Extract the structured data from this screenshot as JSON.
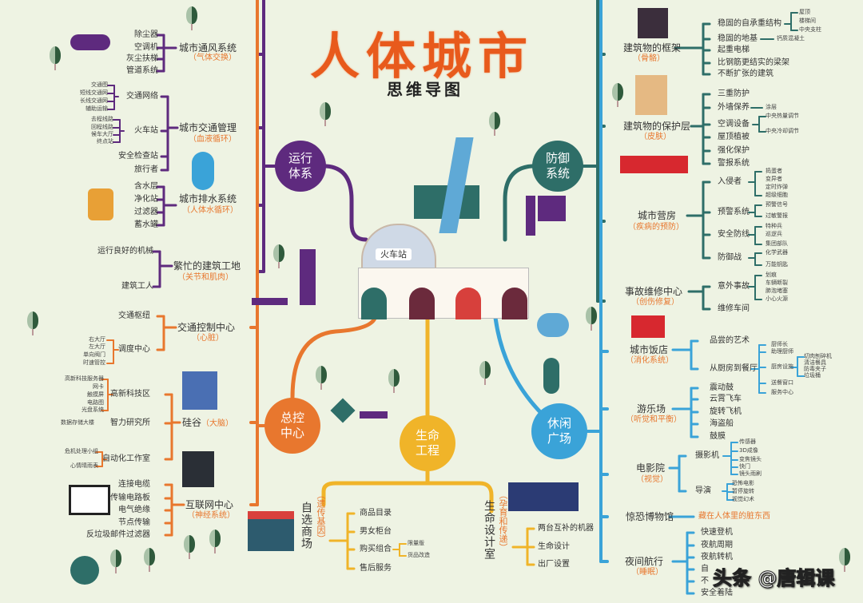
{
  "title": "人体城市",
  "subtitle": "思维导图",
  "colors": {
    "background": "#eef3e3",
    "title": "#e85a1c",
    "operation": "#5e2a7e",
    "control": "#e8772e",
    "life": "#f0b429",
    "defense": "#2e6e68",
    "leisure": "#3aa3d8",
    "paren": "#e8772e"
  },
  "center": {
    "station_label": "火车站"
  },
  "hubs": {
    "operation": "运行体系",
    "defense": "防御系统",
    "control": "总控中心",
    "life": "生命工程",
    "leisure": "休闲广场"
  },
  "operation": {
    "ventilation": {
      "name": "城市通风系统",
      "sub": "（气体交换）",
      "leaves": [
        "除尘器",
        "空调机",
        "灰尘扶梯",
        "管道系统"
      ]
    },
    "traffic": {
      "name": "城市交通管理",
      "sub": "（血液循环）",
      "leaves": [
        "交通网络",
        "火车站",
        "安全检查站",
        "旅行者"
      ],
      "network": [
        "交通图",
        "短线交通网",
        "长线交通网",
        "辅助运输"
      ],
      "station": [
        "去程线路",
        "回程线路",
        "候车大厅",
        "终点站"
      ]
    },
    "drainage": {
      "name": "城市排水系统",
      "sub": "（人体水循环）",
      "leaves": [
        "含水层",
        "净化站",
        "过滤器",
        "蓄水罐"
      ]
    },
    "construction": {
      "name": "繁忙的建筑工地",
      "sub": "（关节和肌肉）",
      "leaves": [
        "运行良好的机械",
        "建筑工人"
      ]
    }
  },
  "control": {
    "traffic_center": {
      "name": "交通控制中心",
      "sub": "（心脏）",
      "leaves": [
        "交通枢纽",
        "调度中心"
      ],
      "dispatch": [
        "右大厅",
        "左大厅",
        "单向阀门",
        "时速管控"
      ]
    },
    "silicon": {
      "name": "硅谷",
      "sub": "（大脑）",
      "leaves": [
        "高新科技区",
        "智力研究所",
        "自动化工作室"
      ],
      "hitech": [
        "高新科技服务器",
        "网卡",
        "触摸屏",
        "电路图",
        "光盘系统"
      ],
      "research": [
        "数据存储大楼"
      ],
      "studio": [
        "危机处理小组",
        "心情晴雨表"
      ]
    },
    "internet": {
      "name": "互联网中心",
      "sub": "（神经系统）",
      "leaves": [
        "连接电缆",
        "传输电路板",
        "电气绝缘",
        "节点传输",
        "反垃圾邮件过滤器"
      ]
    }
  },
  "defense": {
    "frame": {
      "name": "建筑物的框架",
      "sub": "（骨骼）",
      "leaves": [
        "稳固的自承重结构",
        "稳固的地基",
        "起重电梯",
        "比钢筋更结实的梁架",
        "不断扩张的建筑"
      ],
      "structure": [
        "屋顶",
        "楼梯间",
        "中央支柱"
      ],
      "foundation": [
        "钙质混凝土"
      ]
    },
    "shell": {
      "name": "建筑物的保护层",
      "sub": "（皮肤）",
      "leaves": [
        "三重防护",
        "外墙保养",
        "空调设备",
        "屋顶植被",
        "强化保护",
        "警报系统"
      ],
      "wall": [
        "涂层"
      ],
      "ac": [
        "中央热量调节",
        "中央冷却调节"
      ]
    },
    "barracks": {
      "name": "城市营房",
      "sub": "（疾病的预防）",
      "leaves": [
        "入侵者",
        "预警系统",
        "安全防线",
        "防御战"
      ],
      "invaders": [
        "捣蛋者",
        "变异者",
        "定时炸弹",
        "超级细胞"
      ],
      "warning": [
        "预警信号",
        "过敏警报"
      ],
      "lines": [
        "特种兵",
        "巡逻兵",
        "集团部队"
      ],
      "war": [
        "化学武器",
        "万能钥匙"
      ]
    },
    "repair": {
      "name": "事故维修中心",
      "sub": "（创伤修复）",
      "leaves": [
        "意外事故",
        "维修车间"
      ],
      "accidents": [
        "划痕",
        "车辆断裂",
        "肺泡堵塞",
        "小心火源"
      ]
    }
  },
  "leisure": {
    "restaurant": {
      "name": "城市饭店",
      "sub": "（消化系统）",
      "leaves": [
        "品尝的艺术",
        "从厨房到餐厅"
      ],
      "kitchen": [
        "厨师长",
        "助理厨师",
        "厨房设施",
        "送餐窗口",
        "服务中心"
      ],
      "facilities": [
        "切肉刨碎机",
        "清洁餐具",
        "防毒夹子",
        "垃圾桶"
      ]
    },
    "park": {
      "name": "游乐场",
      "sub": "（听觉和平衡）",
      "leaves": [
        "震动鼓",
        "云霄飞车",
        "旋转飞机",
        "海盗船",
        "鼓膜"
      ]
    },
    "cinema": {
      "name": "电影院",
      "sub": "（视觉）",
      "leaves": [
        "摄影机",
        "导演"
      ],
      "camera": [
        "传感器",
        "3D成像",
        "变焦镜头",
        "快门",
        "镜头雨刷"
      ],
      "director": [
        "恐怖电影",
        "暂停旋转",
        "视觉幻术"
      ]
    },
    "museum": {
      "name": "惊恐博物馆",
      "leaf": "藏在人体里的脏东西"
    },
    "flight": {
      "name": "夜间航行",
      "sub": "（睡眠）",
      "leaves": [
        "快速登机",
        "夜航周期",
        "夜航转机",
        "自",
        "不",
        "安全着陆"
      ]
    }
  },
  "life": {
    "mall": {
      "name": "自选商场",
      "sub": "（遗传基因）",
      "leaves": [
        "商品目录",
        "男女柜台",
        "购买组合",
        "售后服务"
      ],
      "combo": [
        "限量版",
        "货品改造"
      ]
    },
    "design": {
      "name": "生命设计室",
      "sub": "（孕育和传递）",
      "leaves": [
        "两台互补的机器",
        "生命设计",
        "出厂设置"
      ]
    }
  },
  "watermark": "头条 @唐辑课"
}
